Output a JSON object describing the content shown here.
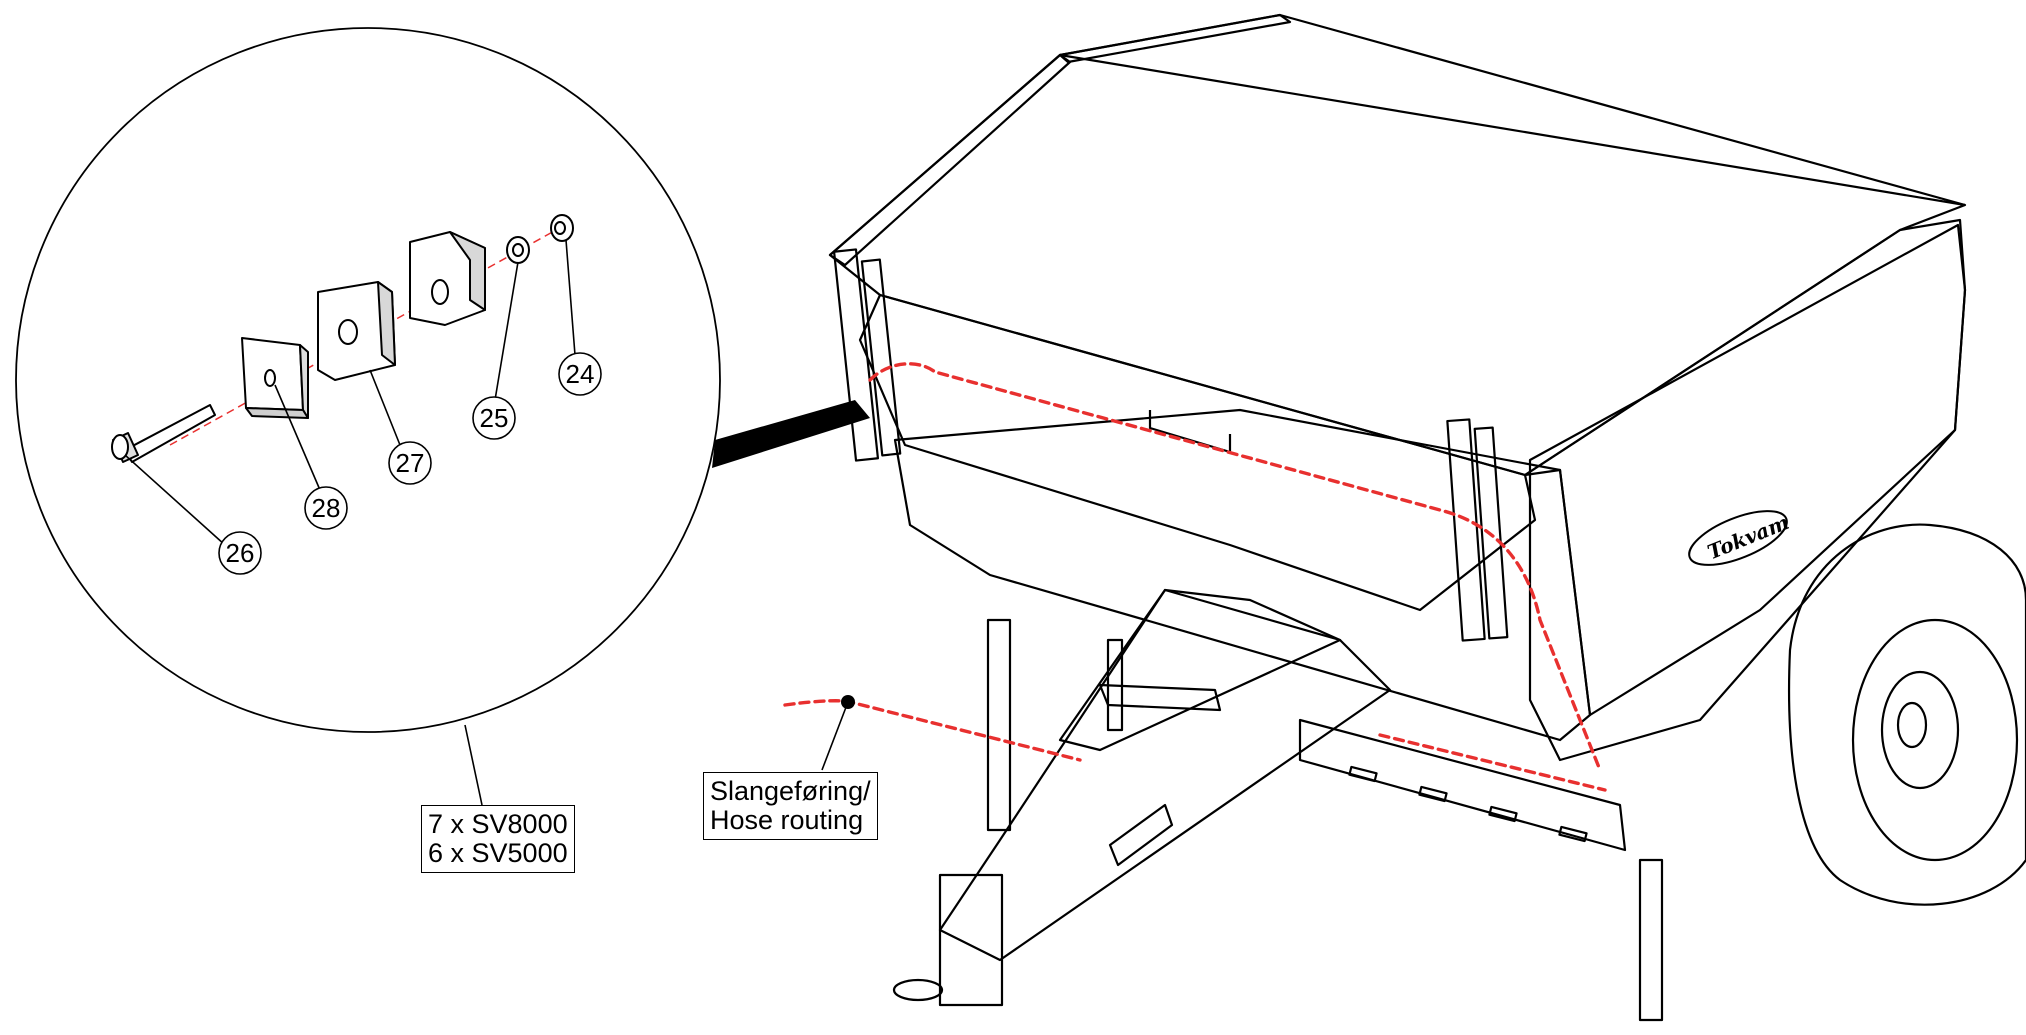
{
  "detail": {
    "callouts": [
      {
        "id": "24",
        "label": "24"
      },
      {
        "id": "25",
        "label": "25"
      },
      {
        "id": "26",
        "label": "26"
      },
      {
        "id": "27",
        "label": "27"
      },
      {
        "id": "28",
        "label": "28"
      }
    ],
    "quantity_note": {
      "line1": "7 x SV8000",
      "line2": "6 x SV5000"
    }
  },
  "hose_label": {
    "line1": "Slangeføring/",
    "line2": "Hose routing"
  },
  "brand_logo": "Tokvam",
  "colors": {
    "hose": "#e8302f",
    "hopper_fill": "#dcdcdc",
    "panel_fill": "#e6e6e6",
    "outline": "#000000"
  }
}
